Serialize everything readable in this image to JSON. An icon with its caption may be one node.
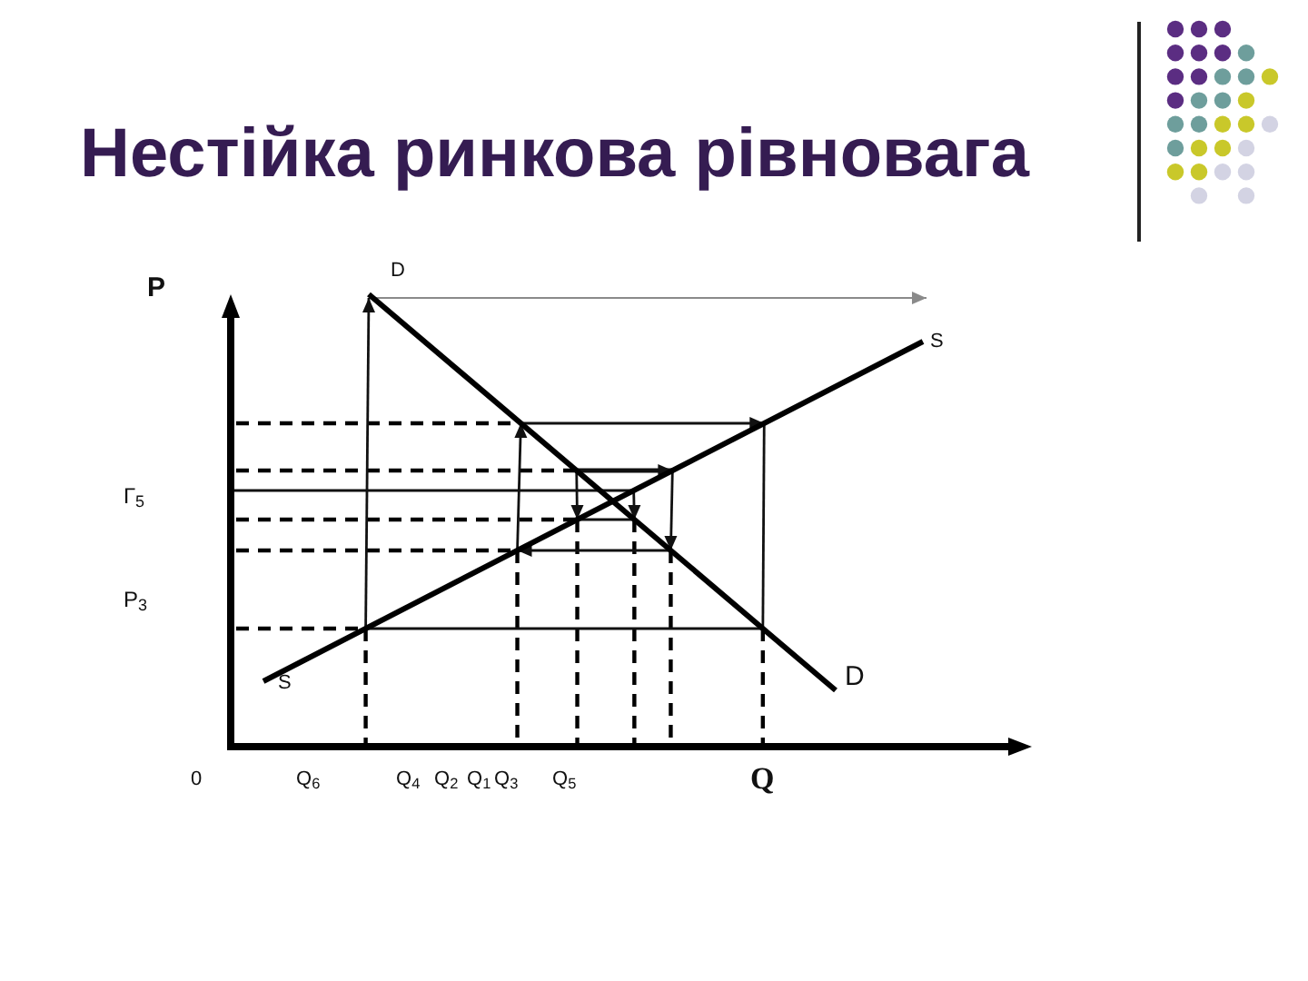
{
  "diagram": {
    "title": "Нестійка ринкова рівновага",
    "labels": [
      "P",
      "D",
      "S",
      "Г$_{5}$",
      "P$_{3}$",
      "S",
      "D",
      "0",
      "Q$_{6}$",
      "Q$_{4}$",
      "Q$_{2}$",
      "Q$_{1}$",
      "Q$_{3}$",
      "Q$_{5}$",
      "Q"
    ]
  }
}
